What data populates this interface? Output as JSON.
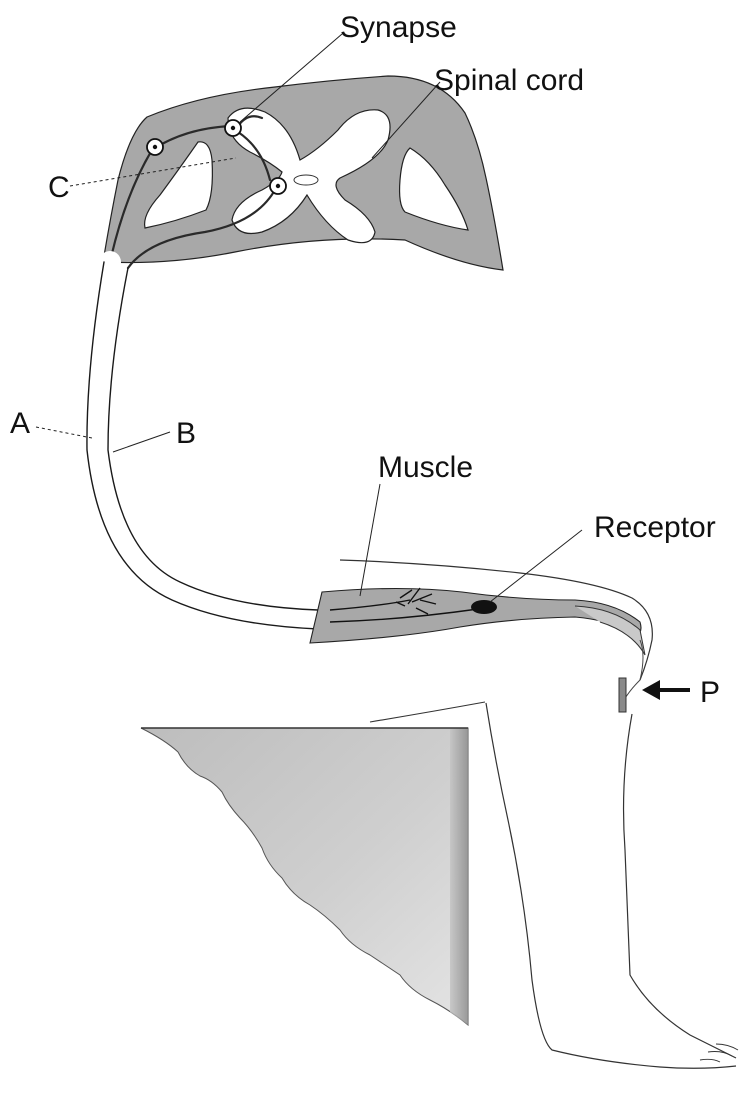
{
  "colors": {
    "tissue": "#a6a6a6",
    "tissue_light": "#c9c9c9",
    "outline": "#111111",
    "nerve": "#2a2a2a",
    "background": "#ffffff"
  },
  "labels": {
    "synapse": "Synapse",
    "spinal_cord": "Spinal cord",
    "c": "C",
    "a": "A",
    "b": "B",
    "muscle": "Muscle",
    "receptor": "Receptor",
    "p": "P"
  }
}
